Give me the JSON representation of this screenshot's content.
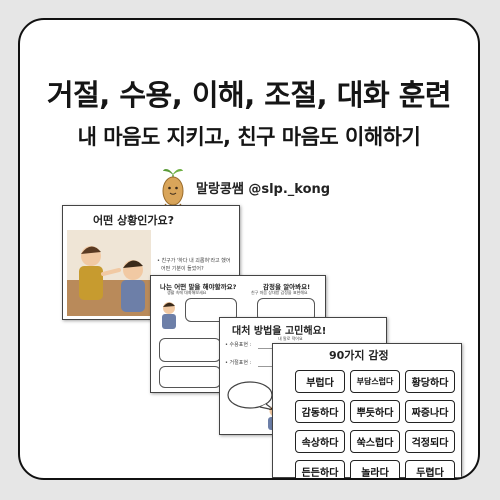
{
  "header": {
    "title": "거절, 수용, 이해, 조절, 대화 훈련",
    "subtitle": "내 마음도 지키고, 친구 마음도 이해하기"
  },
  "brand": {
    "logo_icon": "bean-character-icon",
    "handle": "말랑콩쌤 @slp._kong"
  },
  "sheet1": {
    "title": "어떤 상황인가요?",
    "note_line1": "• 친구가 '하다 내 괴롭혀'라고 했어",
    "note_line2": "어떤 기분이 들었어?"
  },
  "sheet2": {
    "title_left": "나는 어떤 말을 해야할까요?",
    "title_right": "감정을 알아봐요!",
    "sub_left": "생활 속에 대화해보세요",
    "sub_right": "친구 마음 상대방 감정을 표현해요"
  },
  "sheet3": {
    "title": "대처 방법을 고민해요!",
    "subtitle": "내 말로 적어요",
    "item1": "• 수용표현 :",
    "item2": "• 거절표현 :"
  },
  "sheet4": {
    "title": "90가지 감정",
    "emotions": [
      "부럽다",
      "부담스럽다",
      "황당하다",
      "감동하다",
      "뿌듯하다",
      "짜증나다",
      "속상하다",
      "쑥스럽다",
      "걱정되다",
      "든든하다",
      "놀라다",
      "두렵다"
    ]
  },
  "colors": {
    "background": "#e6e6e6",
    "card_border": "#111111",
    "text": "#151515"
  }
}
